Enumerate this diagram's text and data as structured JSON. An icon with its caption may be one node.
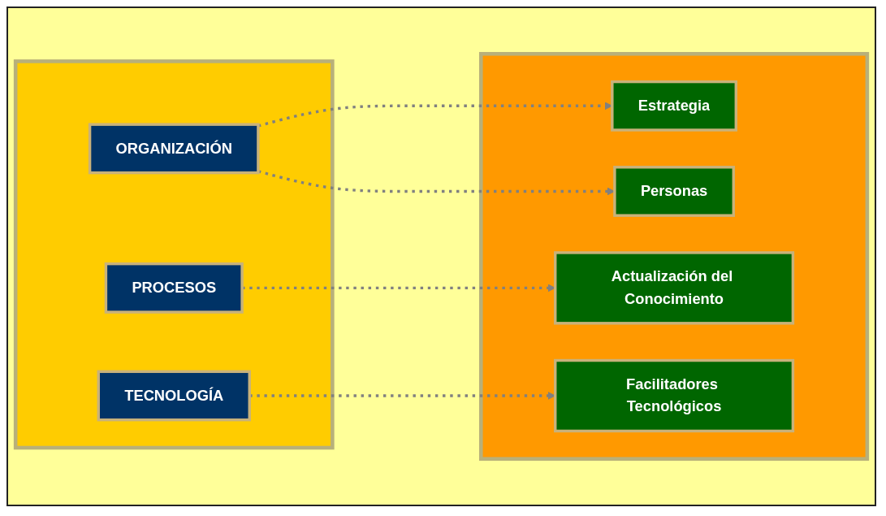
{
  "diagram": {
    "nodes": [
      {
        "text": [],
        "shape": "box"
      },
      {
        "text": [
          "ORGANIZACIÓN"
        ],
        "in": 0
      },
      {
        "text": [
          "PROCESOS"
        ],
        "in": 0
      },
      {
        "text": [
          "TECNOLOGÍA"
        ],
        "in": 0
      },
      {
        "text": [],
        "shape": "box"
      },
      {
        "text": [
          "Estrategia"
        ],
        "in": 4
      },
      {
        "text": [
          "Personas"
        ],
        "in": 4
      },
      {
        "text": [
          "Actualización del Conocimiento"
        ],
        "in": 4
      },
      {
        "text": [
          "Facilitadores Tecnológicos"
        ],
        "in": 4
      }
    ],
    "edges": [
      {
        "from": 1,
        "to": 5,
        "arrow": "to",
        "style": "dashed"
      },
      {
        "from": 1,
        "to": 6,
        "arrow": "to",
        "style": "dashed"
      },
      {
        "from": 2,
        "to": 7,
        "arrow": "to",
        "style": "dashed"
      },
      {
        "from": 3,
        "to": 8,
        "arrow": "to",
        "style": "dashed"
      }
    ]
  }
}
